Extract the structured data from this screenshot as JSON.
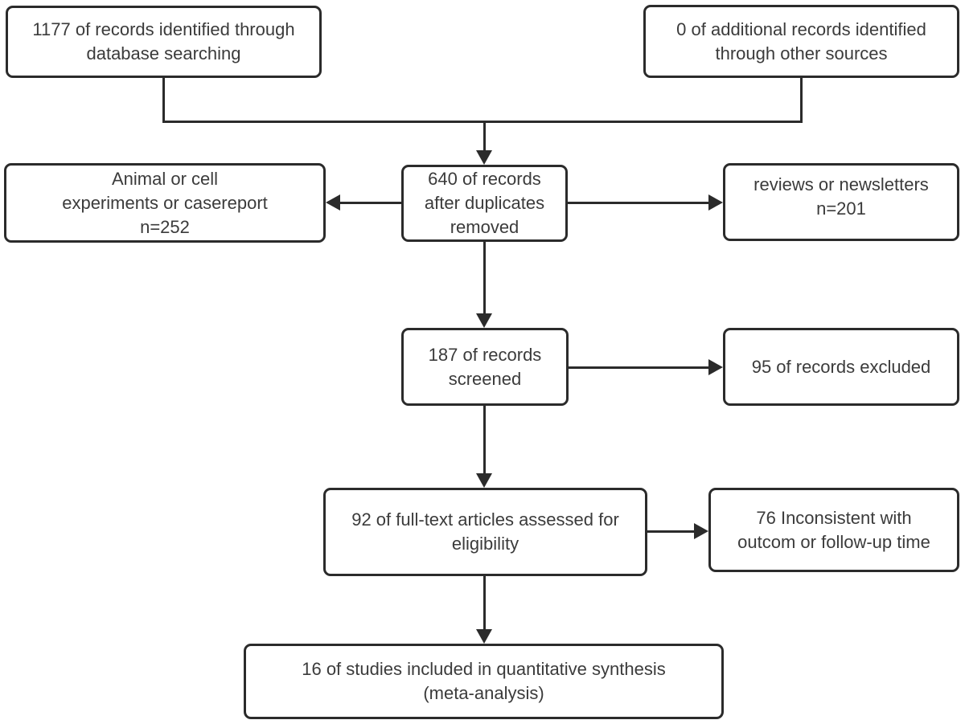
{
  "diagram": {
    "type": "flowchart",
    "description": "Study selection flow diagram (PRISMA style)",
    "colors": {
      "line": "#2b2b2b",
      "text": "#3b3b3b",
      "background": "#ffffff"
    },
    "nodes": {
      "identified": {
        "text": "1177 of records identified through\ndatabase searching"
      },
      "additional": {
        "text": "0 of additional records identified\nthrough other sources"
      },
      "animal": {
        "text": "Animal or cell\nexperiments or casereport\nn=252"
      },
      "duplicates": {
        "text": "640 of records\nafter duplicates\nremoved"
      },
      "reviews": {
        "text": "reviews or newsletters\nn=201"
      },
      "screened": {
        "text": "187 of records\nscreened"
      },
      "excluded": {
        "text": "95 of records excluded"
      },
      "fulltext": {
        "text": "92 of full-text articles assessed for\neligibility"
      },
      "inconsistent": {
        "text": "76 Inconsistent with\noutcom or follow-up time"
      },
      "included": {
        "text": "16 of studies included in quantitative synthesis\n(meta-analysis)"
      }
    },
    "edges": [
      {
        "from": "identified",
        "to": "duplicates",
        "style": "merge-down-arrow"
      },
      {
        "from": "additional",
        "to": "duplicates",
        "style": "merge-down-arrow"
      },
      {
        "from": "duplicates",
        "to": "animal",
        "style": "arrow-left"
      },
      {
        "from": "duplicates",
        "to": "reviews",
        "style": "arrow-right"
      },
      {
        "from": "duplicates",
        "to": "screened",
        "style": "arrow-down"
      },
      {
        "from": "screened",
        "to": "excluded",
        "style": "arrow-right"
      },
      {
        "from": "screened",
        "to": "fulltext",
        "style": "arrow-down"
      },
      {
        "from": "fulltext",
        "to": "inconsistent",
        "style": "arrow-right"
      },
      {
        "from": "fulltext",
        "to": "included",
        "style": "arrow-down"
      }
    ]
  }
}
